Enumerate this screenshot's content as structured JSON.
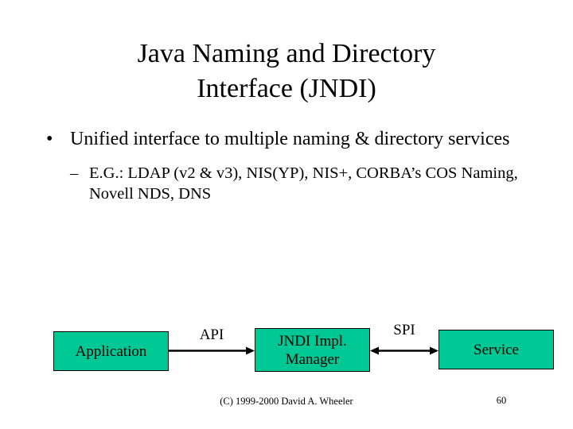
{
  "slide": {
    "title_lines": [
      "Java Naming and Directory",
      "Interface (JNDI)"
    ],
    "background_color": "#ffffff",
    "text_color": "#000000"
  },
  "bullets": [
    {
      "level": 1,
      "marker": "•",
      "text": "Unified interface to multiple naming & directory services"
    },
    {
      "level": 2,
      "marker": "–",
      "text": "E.G.: LDAP (v2 & v3), NIS(YP), NIS+, CORBA’s COS Naming, Novell NDS, DNS"
    }
  ],
  "diagram": {
    "type": "block-flow",
    "node_fill_color": "#00c894",
    "node_border_color": "#000000",
    "nodes": [
      {
        "id": "application",
        "label": "Application"
      },
      {
        "id": "jndi-impl-manager",
        "label": "JNDI Impl. Manager"
      },
      {
        "id": "service",
        "label": "Service"
      }
    ],
    "edges": [
      {
        "id": "api",
        "label": "API",
        "from": "application",
        "to": "jndi-impl-manager",
        "arrow": "single"
      },
      {
        "id": "spi",
        "label": "SPI",
        "from": "jndi-impl-manager",
        "to": "service",
        "arrow": "double"
      }
    ]
  },
  "footer": {
    "credit": "(C) 1999-2000 David A. Wheeler",
    "page_number": "60"
  }
}
